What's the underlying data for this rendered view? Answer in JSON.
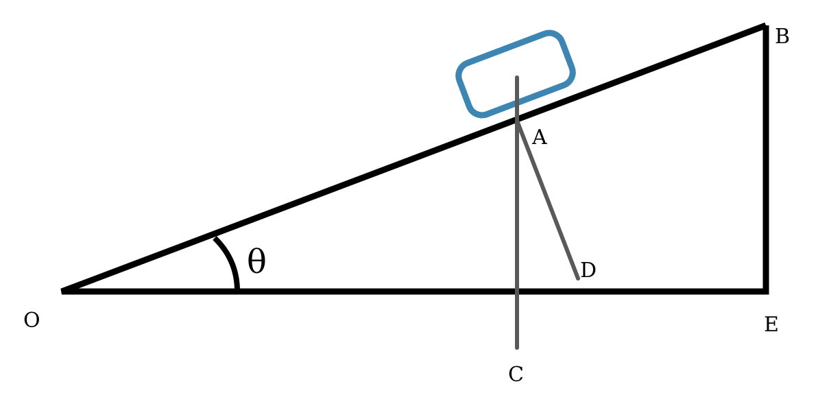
{
  "labels": {
    "O": "O",
    "A": "A",
    "B": "B",
    "C": "C",
    "D": "D",
    "E": "E",
    "theta": "θ"
  },
  "colors": {
    "block": "#3d85b3",
    "incline": "#000000",
    "force_lines": "#595959"
  }
}
